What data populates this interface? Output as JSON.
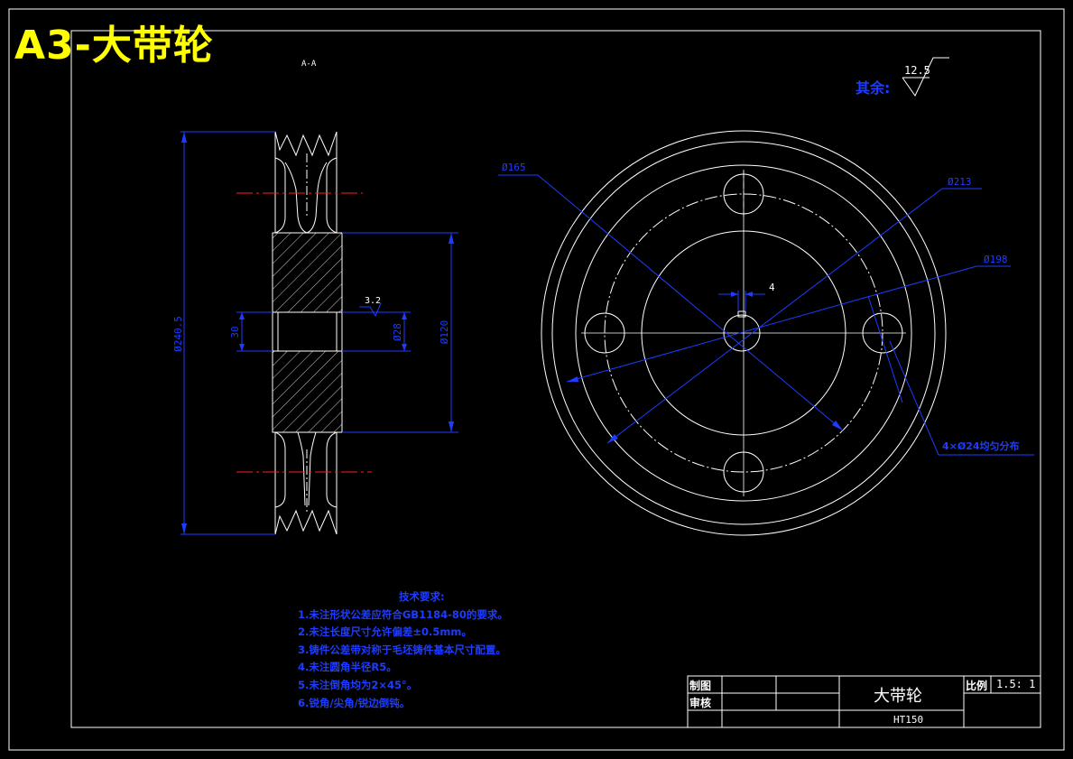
{
  "banner": "A3-大带轮",
  "section_label": "A-A",
  "roughness": {
    "label": "其余:",
    "value": "12.5"
  },
  "dimensions": {
    "d165": "Ø165",
    "d213": "Ø213",
    "d198": "Ø198",
    "key_width": "4",
    "holes": "4×Ø24均匀分布",
    "d240": "Ø240.5",
    "d30": "30",
    "d28": "Ø28",
    "d120": "Ø120",
    "bore_roughness": "3.2"
  },
  "tech_requirements": {
    "title": "技术要求:",
    "items": [
      "1.未注形状公差应符合GB1184-80的要求。",
      "2.未注长度尺寸允许偏差±0.5mm。",
      "3.铸件公差带对称于毛坯铸件基本尺寸配置。",
      "4.未注圆角半径R5。",
      "5.未注倒角均为2×45°。",
      "6.锐角/尖角/锐边倒钝。"
    ]
  },
  "title_block": {
    "drawn": "制图",
    "checked": "审核",
    "part_name": "大带轮",
    "scale_label": "比例",
    "scale_value": "1.5: 1",
    "material": "HT150"
  },
  "colors": {
    "banner": "#ffff00",
    "dimension": "#1e3cff",
    "center": "#ff2020",
    "outline": "#ffffff"
  }
}
